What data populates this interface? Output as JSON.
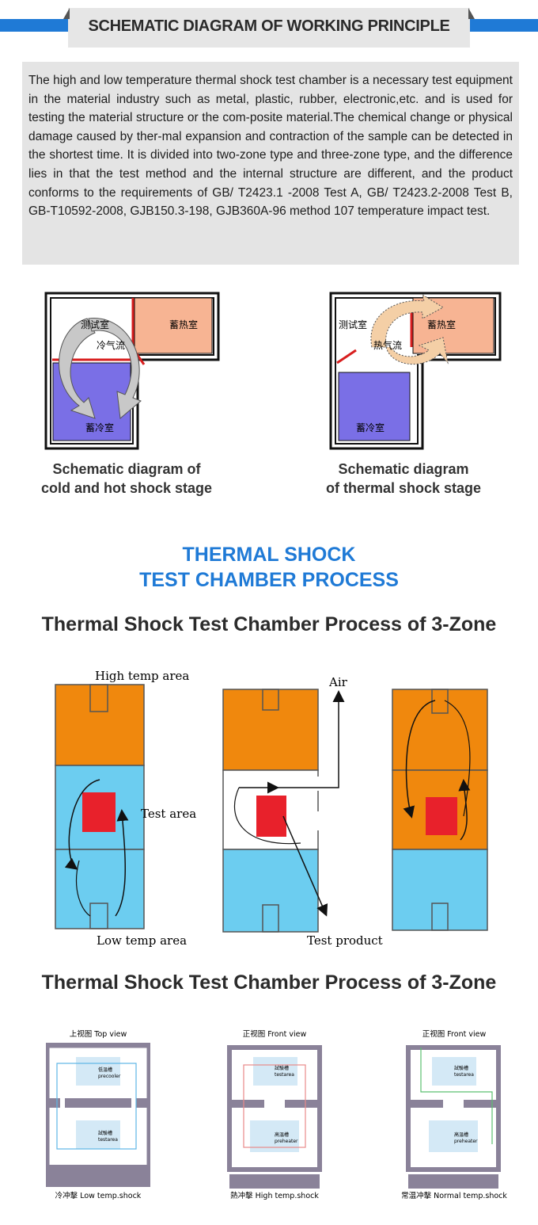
{
  "header": {
    "title": "SCHEMATIC DIAGRAM OF WORKING PRINCIPLE"
  },
  "intro": {
    "text": "The high and low temperature thermal shock test chamber is a necessary test equipment in the material industry such as metal, plastic, rubber, electronic,etc. and is used for testing the material structure or the com-posite material.The chemical change or physical damage caused by ther-mal expansion and contraction of the sample can be detected in the shortest time. It is divided into two-zone type and three-zone type, and the difference lies in that the test method and the internal structure are different, and the product conforms to the requirements of GB/ T2423.1 -2008 Test A, GB/ T2423.2-2008 Test B, GB-T10592-2008, GJB150.3-198, GJB360A-96 method 107 temperature impact test."
  },
  "schematics": {
    "left": {
      "label_test_room": "测试室",
      "label_heat_room": "蓄热室",
      "label_airflow": "冷气流",
      "label_cold_room": "蓄冷室",
      "caption_line1": "Schematic diagram of",
      "caption_line2": "cold and hot shock stage"
    },
    "right": {
      "label_test_room": "测试室",
      "label_heat_room": "蓄热室",
      "label_airflow": "热气流",
      "label_cold_room": "蓄冷室",
      "caption_line1": "Schematic diagram",
      "caption_line2": "of thermal shock stage"
    }
  },
  "process": {
    "title_line1": "THERMAL SHOCK",
    "title_line2": "TEST CHAMBER PROCESS",
    "section1_title": "Thermal Shock Test Chamber Process of 3-Zone",
    "section2_title": "Thermal Shock Test Chamber Process of 3-Zone"
  },
  "zone_diagram": {
    "high_temp_label": "High temp area",
    "test_area_label": "Test area",
    "low_temp_label": "Low temp area",
    "air_label": "Air",
    "test_product_label": "Test product"
  },
  "views": {
    "left": {
      "header": "上视图 Top view",
      "precooler_cn": "低温槽",
      "precooler_en": "precooler",
      "testarea_cn": "試驗槽",
      "testarea_en": "testarea",
      "caption": "冷冲擊 Low temp.shock"
    },
    "middle": {
      "header": "正视图 Front view",
      "testarea_cn": "試驗槽",
      "testarea_en": "testarea",
      "preheater_cn": "高温槽",
      "preheater_en": "preheater",
      "caption": "熱冲擊 High temp.shock"
    },
    "right": {
      "header": "正视图 Front view",
      "testarea_cn": "試驗槽",
      "testarea_en": "testarea",
      "preheater_cn": "高温槽",
      "preheater_en": "preheater",
      "caption": "常温冲擊 Normal temp.shock"
    }
  },
  "colors": {
    "accent_blue": "#1f7ad6",
    "hot_orange": "#f0880d",
    "cold_blue": "#6ccdf0",
    "product_red": "#e8212b",
    "heat_room": "#f7b493",
    "cold_room": "#7a6fe6",
    "wall_purple": "#8a8299"
  }
}
